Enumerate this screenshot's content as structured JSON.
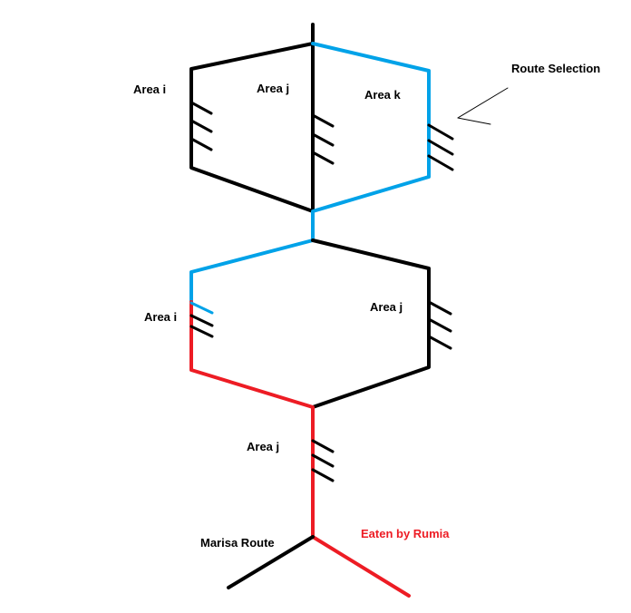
{
  "colors": {
    "black": "#000000",
    "blue": "#00a2e8",
    "red": "#ed1c24"
  },
  "labels": {
    "top_area_i": "Area i",
    "top_area_j": "Area j",
    "top_area_k": "Area k",
    "route_selection": "Route Selection",
    "mid_area_i": "Area i",
    "mid_area_j": "Area j",
    "bottom_area_j": "Area j",
    "marisa_route": "Marisa Route",
    "eaten_by_rumia": "Eaten by Rumia"
  }
}
